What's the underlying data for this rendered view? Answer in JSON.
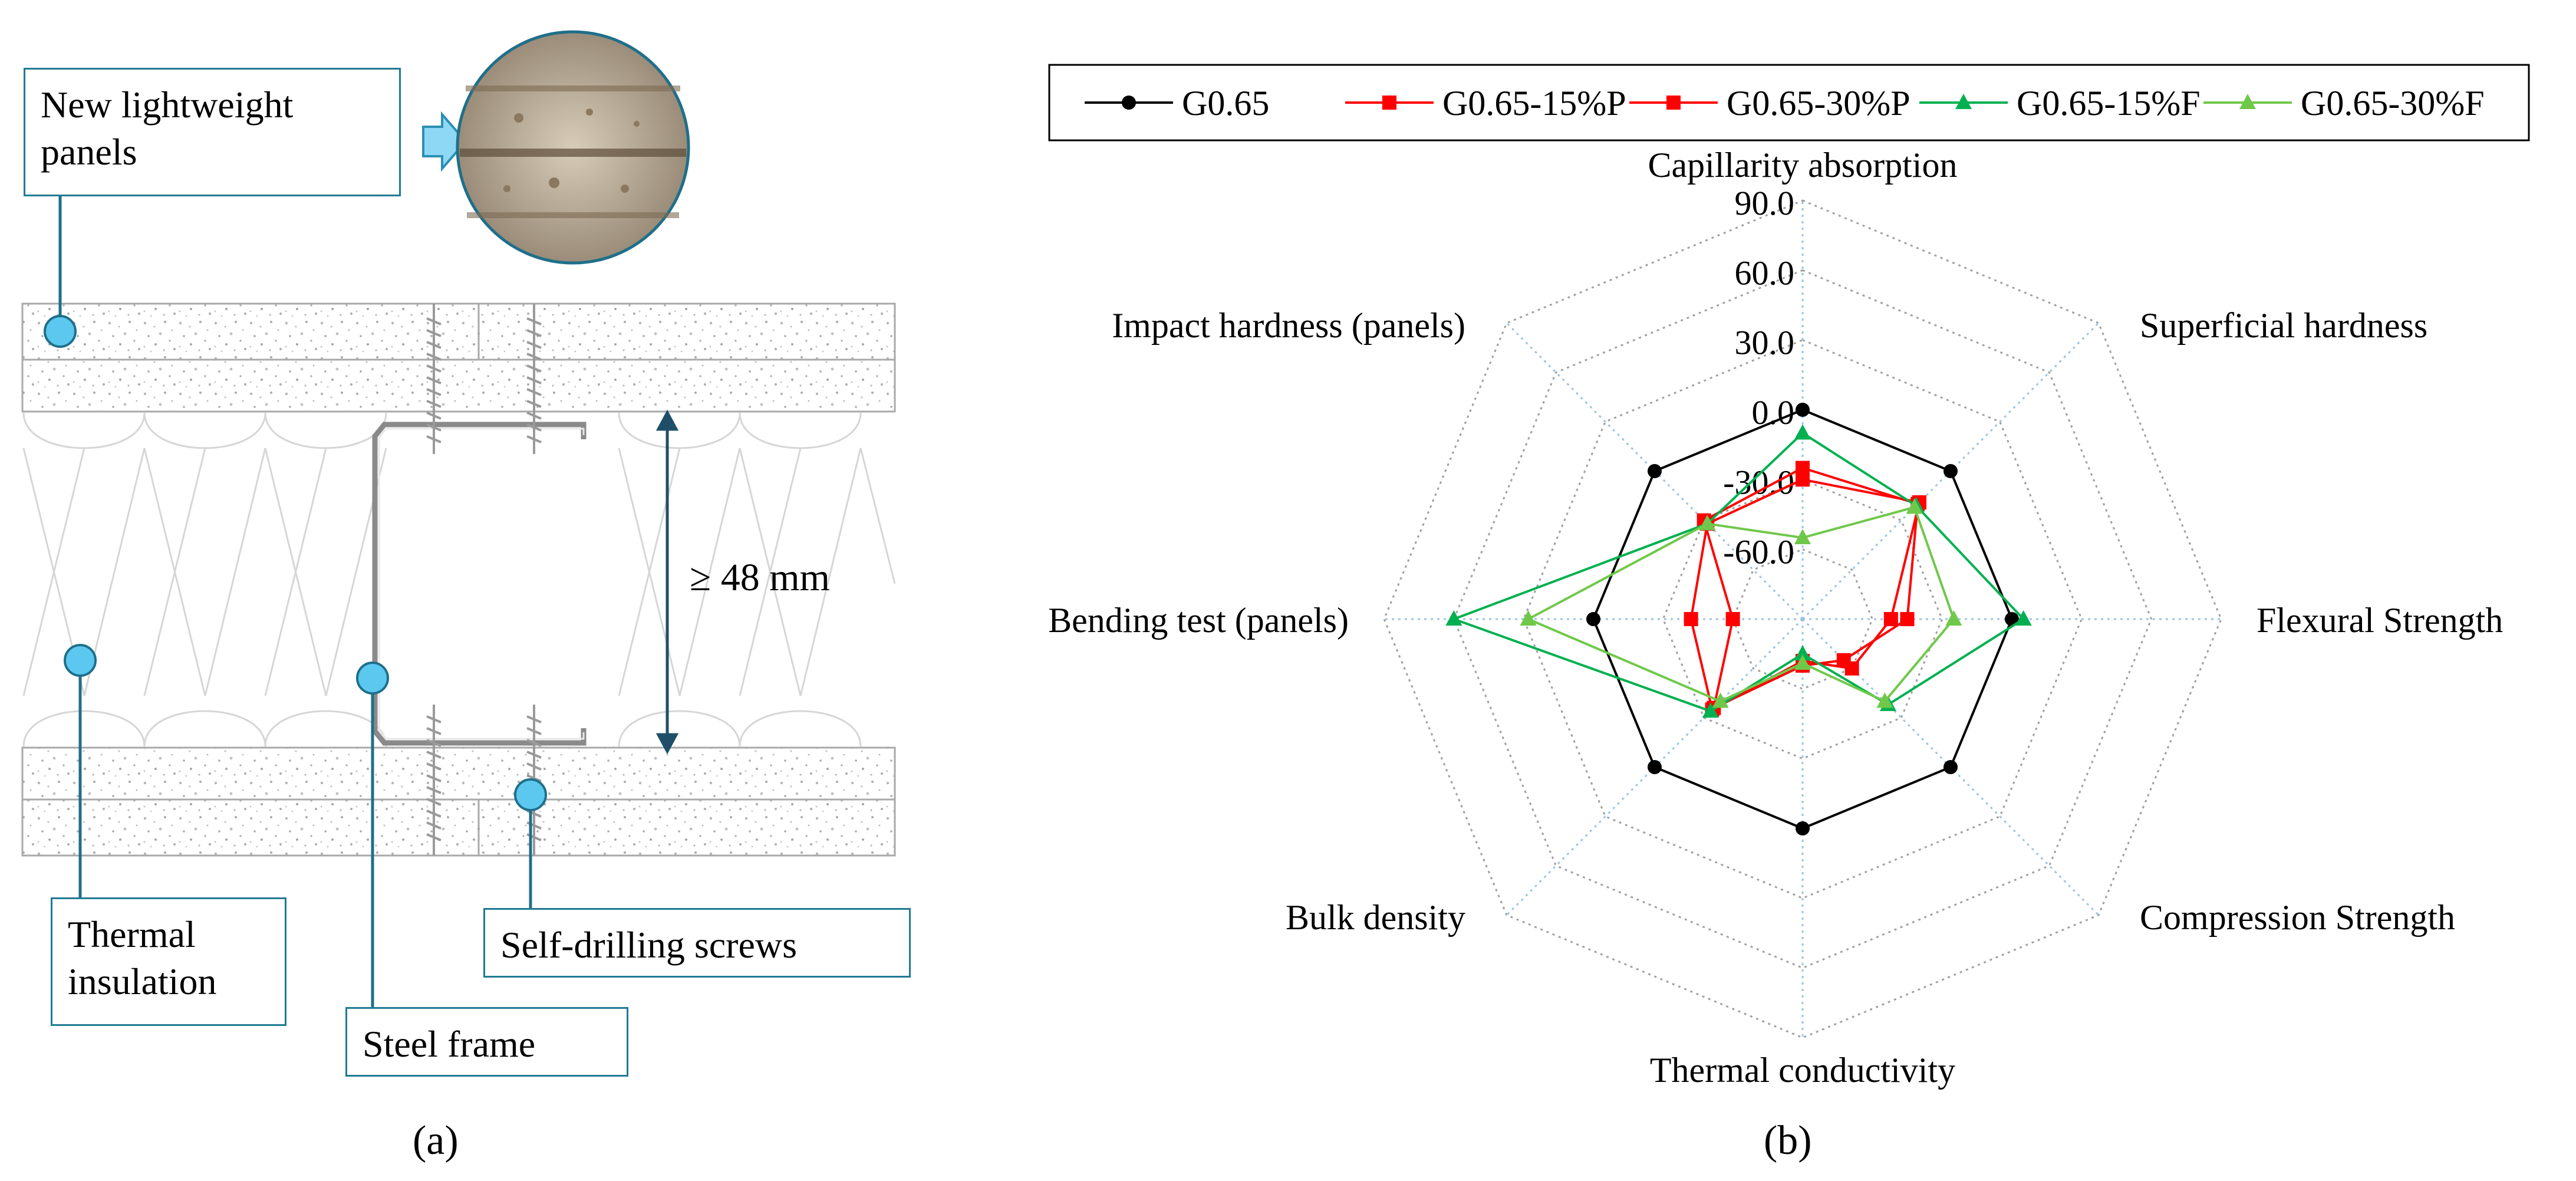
{
  "panel_a": {
    "label": "(a)",
    "callouts": {
      "panels": "New lightweight panels",
      "thermal": "Thermal insulation",
      "steel": "Steel frame",
      "screws": "Self-drilling screws"
    },
    "dimension": "≥ 48 mm",
    "colors": {
      "leader": "#1f6f8a",
      "marker": "#5cc8f0",
      "callout_border": "#1f7a92"
    }
  },
  "panel_b": {
    "label": "(b)",
    "chart_data": {
      "type": "radar",
      "categories": [
        "Capillarity absorption",
        "Superficial hardness",
        "Flexural Strength",
        "Compression Strength",
        "Thermal conductivity",
        "Bulk density",
        "Bending test (panels)",
        "Impact hardness (panels)"
      ],
      "r_ticks": [
        "90.0",
        "60.0",
        "30.0",
        "0.0",
        "-30.0",
        "-60.0"
      ],
      "rlim": [
        -90,
        90
      ],
      "legend_position": "top",
      "series": [
        {
          "name": "G0.65",
          "color": "#000000",
          "marker": "circle",
          "values": [
            0,
            0,
            0,
            0,
            0,
            0,
            0,
            0
          ]
        },
        {
          "name": "G0.65-15%P",
          "color": "#ff0000",
          "marker": "square",
          "values": [
            -30,
            -19,
            -52,
            -60,
            -72,
            -35,
            -42,
            -32
          ]
        },
        {
          "name": "G0.65-30%P",
          "color": "#ff0000",
          "marker": "square",
          "values": [
            -25,
            -20,
            -45,
            -65,
            -70,
            -36,
            -60,
            -30
          ]
        },
        {
          "name": "G0.65-15%F",
          "color": "#00b050",
          "marker": "triangle",
          "values": [
            -10,
            -21,
            5,
            -38,
            -75,
            -34,
            60,
            -32
          ]
        },
        {
          "name": "G0.65-30%F",
          "color": "#70c84a",
          "marker": "triangle",
          "values": [
            -55,
            -22,
            -25,
            -40,
            -71,
            -40,
            28,
            -32
          ]
        }
      ]
    }
  }
}
